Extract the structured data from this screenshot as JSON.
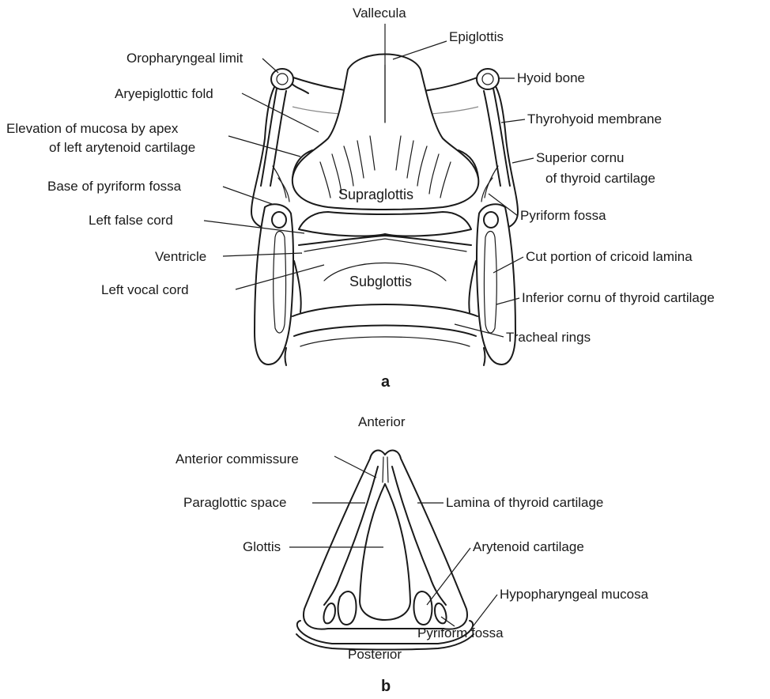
{
  "figure_a": {
    "panel_label": "a",
    "labels": {
      "vallecula": "Vallecula",
      "epiglottis": "Epiglottis",
      "oropharyngeal_limit": "Oropharyngeal limit",
      "hyoid_bone": "Hyoid bone",
      "aryepiglottic_fold": "Aryepiglottic fold",
      "thyrohyoid_membrane": "Thyrohyoid membrane",
      "elevation_line1": "Elevation of mucosa by apex",
      "elevation_line2": "of left arytenoid cartilage",
      "superior_cornu_line1": "Superior cornu",
      "superior_cornu_line2": "of thyroid cartilage",
      "base_pyriform_fossa": "Base of pyriform fossa",
      "supraglottis": "Supraglottis",
      "pyriform_fossa": "Pyriform fossa",
      "left_false_cord": "Left false cord",
      "ventricle": "Ventricle",
      "cut_cricoid": "Cut portion of cricoid lamina",
      "left_vocal_cord": "Left vocal cord",
      "subglottis": "Subglottis",
      "inferior_cornu": "Inferior cornu of thyroid cartilage",
      "tracheal_rings": "Tracheal rings"
    }
  },
  "figure_b": {
    "panel_label": "b",
    "labels": {
      "anterior": "Anterior",
      "anterior_commissure": "Anterior commissure",
      "paraglottic_space": "Paraglottic space",
      "lamina_thyroid": "Lamina of thyroid cartilage",
      "glottis": "Glottis",
      "arytenoid_cartilage": "Arytenoid cartilage",
      "hypopharyngeal_mucosa": "Hypopharyngeal mucosa",
      "pyriform_fossa": "Pyriform fossa",
      "posterior": "Posterior"
    }
  }
}
